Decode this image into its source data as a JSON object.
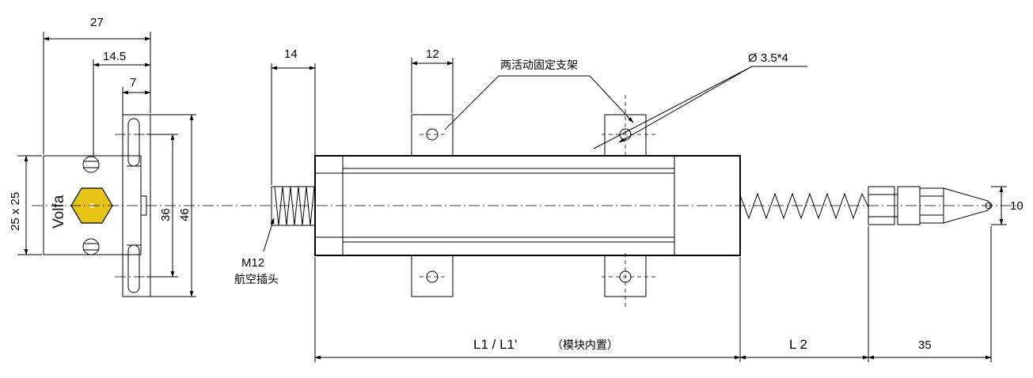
{
  "dimensions": {
    "d27": "27",
    "d14_5": "14.5",
    "d7": "7",
    "d25x25": "25 x 25",
    "d36": "36",
    "d46": "46",
    "d14": "14",
    "d12": "12",
    "hole": "Ø 3.5*4",
    "l1": "L1  /  L1'",
    "l1_note": "（模块内置）",
    "l2": "L 2",
    "d35": "35",
    "d10": "10"
  },
  "labels": {
    "brackets": "两活动固定支架",
    "connector_line1": "M12",
    "connector_line2": "航空插头",
    "brand": "Volfa"
  },
  "colors": {
    "line": "#000000",
    "hex_fill": "#e8c417",
    "hex_dot": "#f7f3c4"
  }
}
